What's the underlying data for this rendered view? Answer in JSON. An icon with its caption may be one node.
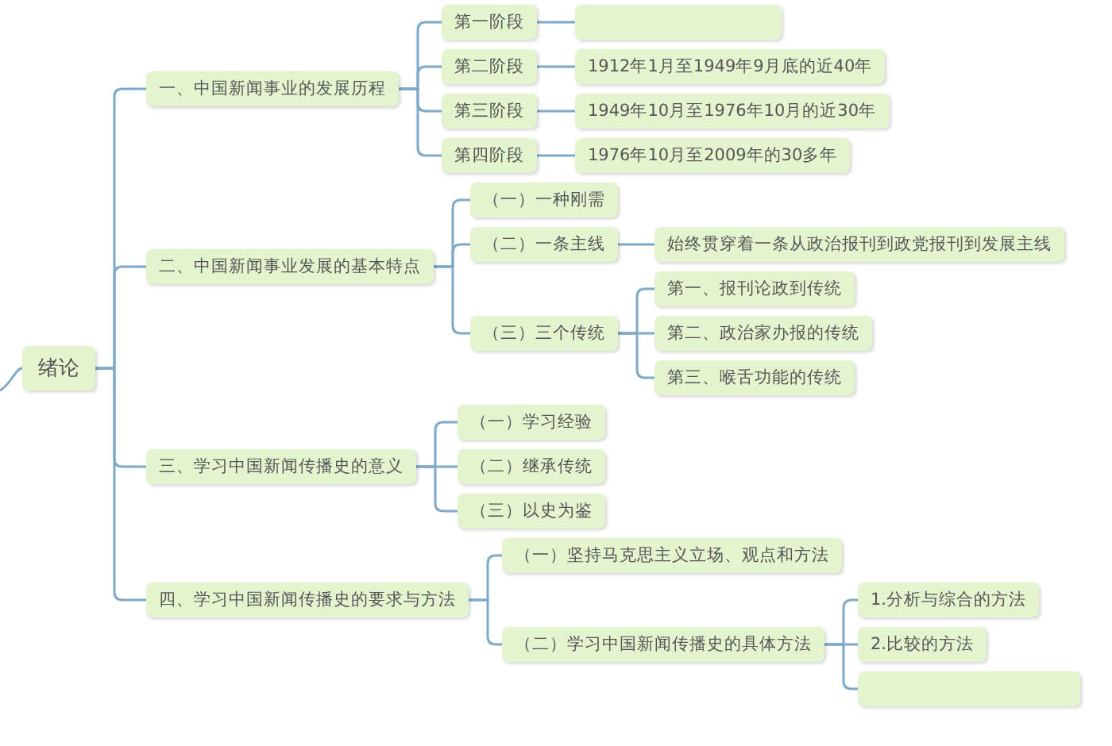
{
  "diagram": {
    "nodes": [
      {
        "text": [
          "绪论"
        ]
      },
      {
        "text": [
          "一、中国新闻事业的发展历程"
        ]
      },
      {
        "text": [
          "第一阶段"
        ]
      },
      {
        "text": [],
        "shape": "box"
      },
      {
        "text": [
          "第二阶段"
        ]
      },
      {
        "text": [
          "1912年1月至1949年9月底的近40年"
        ]
      },
      {
        "text": [
          "第三阶段"
        ]
      },
      {
        "text": [
          "1949年10月至1976年10月的近30年"
        ]
      },
      {
        "text": [
          "第四阶段"
        ]
      },
      {
        "text": [
          "1976年10月至2009年的30多年"
        ]
      },
      {
        "text": [
          "二、中国新闻事业发展的基本特点"
        ]
      },
      {
        "text": [
          "（一）一种刚需"
        ]
      },
      {
        "text": [
          "（二）一条主线"
        ]
      },
      {
        "text": [
          "始终贯穿着一条从政治报刊到政党报刊到发展主线"
        ]
      },
      {
        "text": [
          "（三）三个传统"
        ]
      },
      {
        "text": [
          "第一、报刊论政到传统"
        ]
      },
      {
        "text": [
          "第二、政治家办报的传统"
        ]
      },
      {
        "text": [
          "第三、喉舌功能的传统"
        ]
      },
      {
        "text": [
          "三、学习中国新闻传播史的意义"
        ]
      },
      {
        "text": [
          "（一）学习经验"
        ]
      },
      {
        "text": [
          "（二）继承传统"
        ]
      },
      {
        "text": [
          "（三）以史为鉴"
        ]
      },
      {
        "text": [
          "四、学习中国新闻传播史的要求与方法"
        ]
      },
      {
        "text": [
          "（一）坚持马克思主义立场、观点和方法"
        ]
      },
      {
        "text": [
          "（二）学习中国新闻传播史的具体方法"
        ]
      },
      {
        "text": [
          "1.分析与综合的方法"
        ]
      },
      {
        "text": [
          "2.比较的方法"
        ]
      },
      {
        "text": [],
        "shape": "box"
      }
    ],
    "edges": [
      {
        "from": null,
        "to": 0,
        "arrow": "none"
      },
      {
        "from": 0,
        "to": 1,
        "arrow": "none"
      },
      {
        "from": 0,
        "to": 10,
        "arrow": "none"
      },
      {
        "from": 0,
        "to": 18,
        "arrow": "none"
      },
      {
        "from": 0,
        "to": 22,
        "arrow": "none"
      },
      {
        "from": 1,
        "to": 2,
        "arrow": "none"
      },
      {
        "from": 1,
        "to": 4,
        "arrow": "none"
      },
      {
        "from": 1,
        "to": 6,
        "arrow": "none"
      },
      {
        "from": 1,
        "to": 8,
        "arrow": "none"
      },
      {
        "from": 2,
        "to": 3,
        "arrow": "none"
      },
      {
        "from": 4,
        "to": 5,
        "arrow": "none"
      },
      {
        "from": 6,
        "to": 7,
        "arrow": "none"
      },
      {
        "from": 8,
        "to": 9,
        "arrow": "none"
      },
      {
        "from": 10,
        "to": 11,
        "arrow": "none"
      },
      {
        "from": 10,
        "to": 12,
        "arrow": "none"
      },
      {
        "from": 10,
        "to": 14,
        "arrow": "none"
      },
      {
        "from": 12,
        "to": 13,
        "arrow": "none"
      },
      {
        "from": 14,
        "to": 15,
        "arrow": "none"
      },
      {
        "from": 14,
        "to": 16,
        "arrow": "none"
      },
      {
        "from": 14,
        "to": 17,
        "arrow": "none"
      },
      {
        "from": 18,
        "to": 19,
        "arrow": "none"
      },
      {
        "from": 18,
        "to": 20,
        "arrow": "none"
      },
      {
        "from": 18,
        "to": 21,
        "arrow": "none"
      },
      {
        "from": 22,
        "to": 23,
        "arrow": "none"
      },
      {
        "from": 22,
        "to": 24,
        "arrow": "none"
      },
      {
        "from": 24,
        "to": 25,
        "arrow": "none"
      },
      {
        "from": 24,
        "to": 26,
        "arrow": "none"
      },
      {
        "from": 24,
        "to": 27,
        "arrow": "none"
      }
    ]
  }
}
